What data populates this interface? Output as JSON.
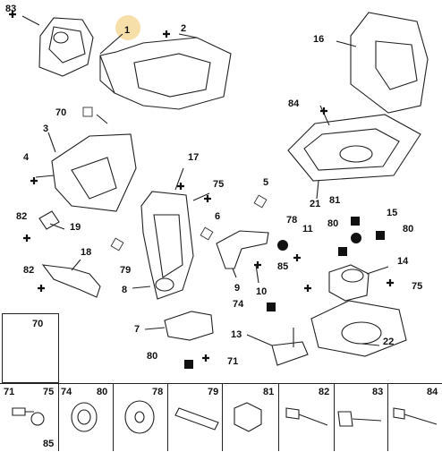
{
  "callouts": {
    "c83": "83",
    "c1": "1",
    "c2": "2",
    "c16": "16",
    "c70": "70",
    "c84": "84",
    "c3": "3",
    "c4": "4",
    "c17": "17",
    "c75": "75",
    "c5": "5",
    "c6": "6",
    "c21": "21",
    "c81": "81",
    "c15": "15",
    "c78": "78",
    "c80a": "80",
    "c80b": "80",
    "c11": "11",
    "c82a": "82",
    "c19": "19",
    "c18": "18",
    "c82b": "82",
    "c79": "79",
    "c8": "8",
    "c9": "9",
    "c10": "10",
    "c85": "85",
    "c14": "14",
    "c75b": "75",
    "c74": "74",
    "c7": "7",
    "c13": "13",
    "c22": "22",
    "c80c": "80",
    "c71": "71"
  },
  "inset": {
    "label": "70"
  },
  "parts_row": {
    "items": [
      {
        "left": "71",
        "right": "75",
        "below": "85"
      },
      {
        "left": "74",
        "right": "80"
      },
      {
        "left": "",
        "right": "78"
      },
      {
        "left": "",
        "right": "79"
      },
      {
        "left": "",
        "right": "81"
      },
      {
        "left": "",
        "right": "82"
      },
      {
        "left": "",
        "right": "83"
      },
      {
        "left": "",
        "right": "84"
      }
    ]
  },
  "colors": {
    "line": "#222222",
    "highlight": "#f5d99a"
  }
}
